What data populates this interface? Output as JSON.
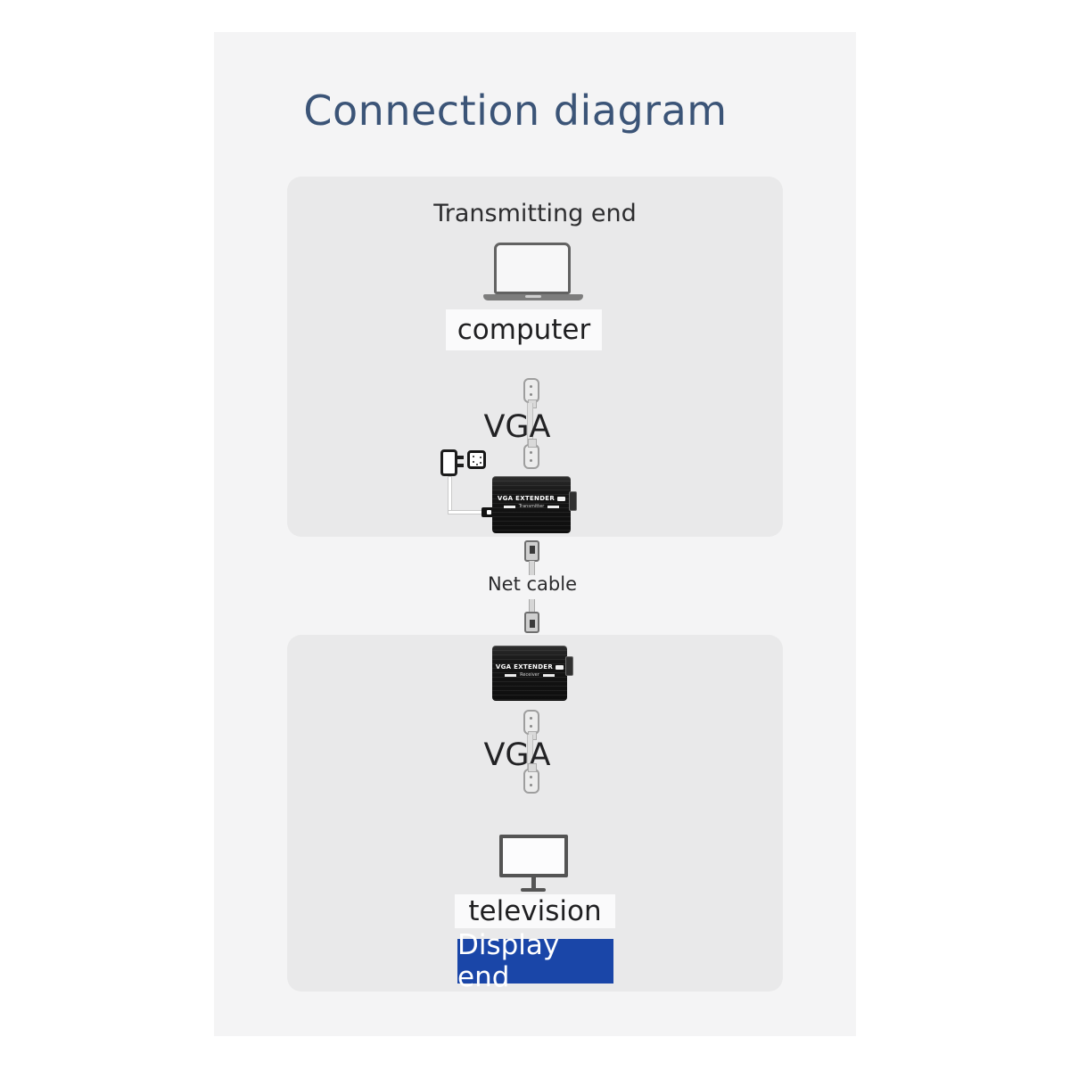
{
  "title": "Connection diagram",
  "colors": {
    "title": "#3b5477",
    "badge_bg": "#1a46a8",
    "card_bg": "#e9e9ea",
    "column_bg": "#f4f4f5",
    "extender_bg": "#121212"
  },
  "transmitting_section": {
    "heading": "Transmitting end",
    "device": "computer",
    "cable": "VGA",
    "extender_line1": "VGA EXTENDER",
    "extender_line2": "Transmitter"
  },
  "middle": {
    "cable": "Net cable"
  },
  "display_section": {
    "extender_line1": "VGA EXTENDER",
    "extender_line2": "Receiver",
    "cable": "VGA",
    "device": "television",
    "badge": "Display end"
  },
  "icons": {
    "laptop": "laptop-icon",
    "vga_connector": "vga-connector-icon",
    "rj45_connector": "rj45-connector-icon",
    "power_adapter": "power-adapter-icon",
    "wall_outlet": "wall-outlet-icon",
    "dc_plug": "dc-plug-icon",
    "tv": "tv-icon"
  }
}
